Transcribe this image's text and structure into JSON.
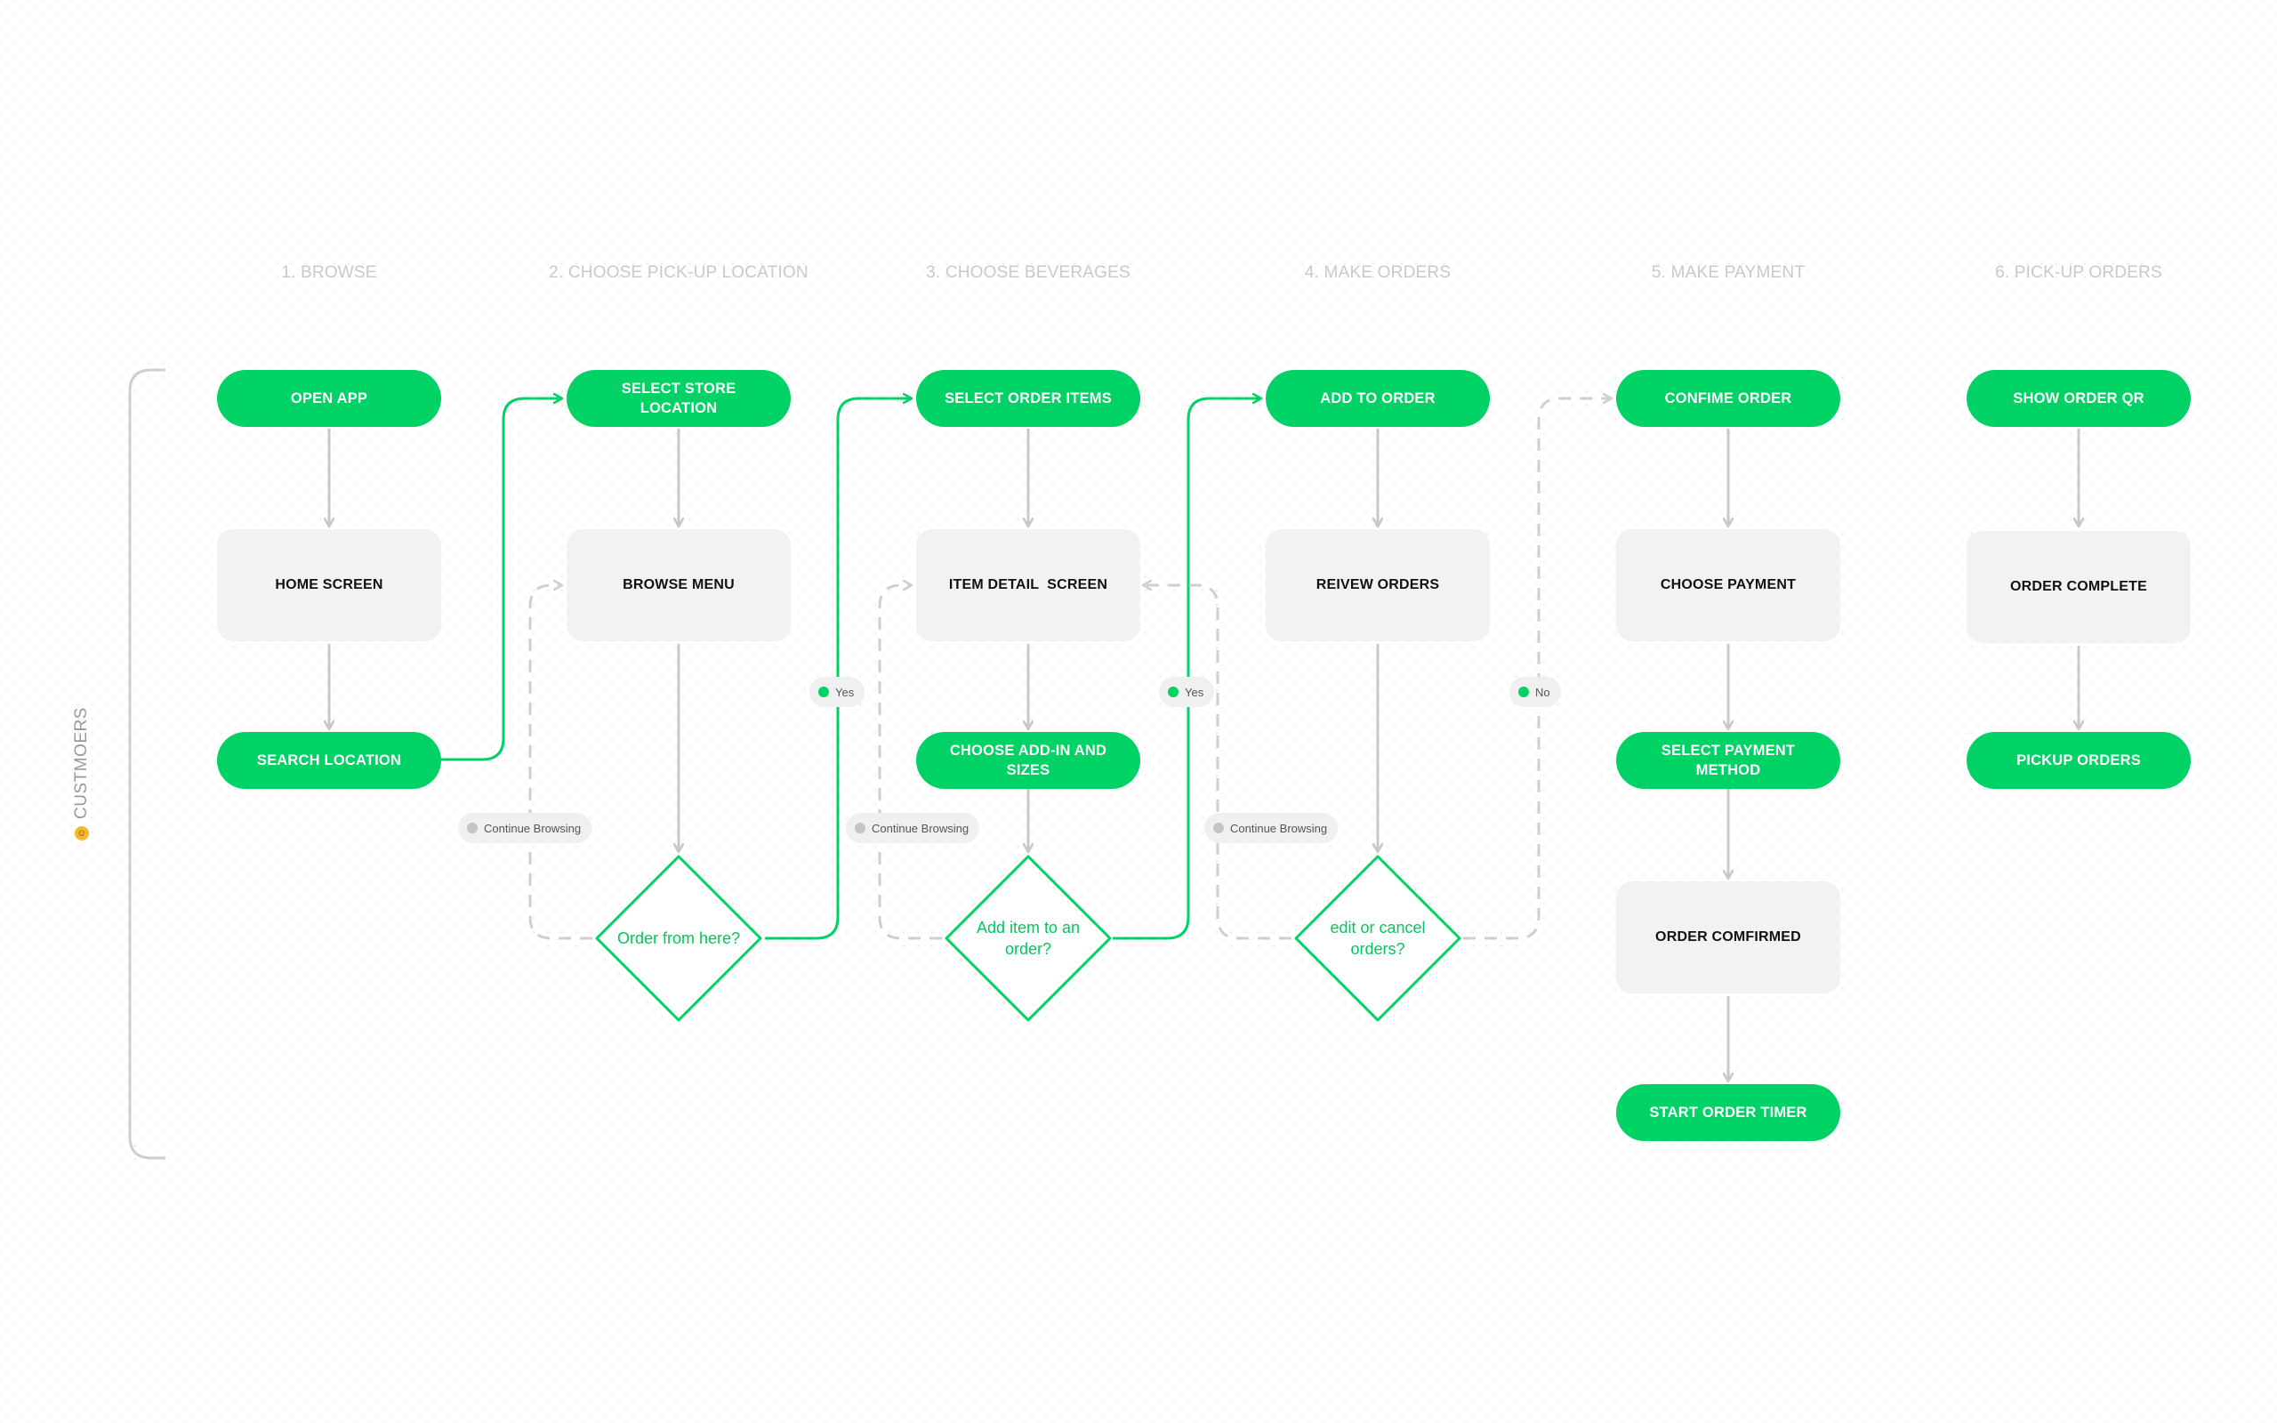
{
  "phases": [
    "1. BROWSE",
    "2. CHOOSE PICK-UP LOCATION",
    "3. CHOOSE BEVERAGES",
    "4. MAKE ORDERS",
    "5. MAKE PAYMENT",
    "6. PICK-UP ORDERS"
  ],
  "swimlane": {
    "label": "CUSTMOERS",
    "icon": "emoji-face-icon",
    "icon_glyph": "☺"
  },
  "nodes": {
    "open_app": "OPEN APP",
    "home_screen": "HOME SCREEN",
    "search_location": "SEARCH LOCATION",
    "select_store_location": "SELECT STORE\nLOCATION",
    "browse_menu": "BROWSE MENU",
    "order_from_here": "Order from here?",
    "select_order_items": "SELECT ORDER ITEMS",
    "item_detail_screen": "ITEM DETAIL  SCREEN",
    "choose_add_in": "CHOOSE ADD-IN AND\nSIZES",
    "add_item_to_order": "Add item to an\norder?",
    "add_to_order": "ADD TO ORDER",
    "review_orders": "REIVEW ORDERS",
    "edit_or_cancel": "edit or cancel\norders?",
    "confirm_order": "CONFIME ORDER",
    "choose_payment": "CHOOSE PAYMENT",
    "select_payment_method": "SELECT PAYMENT\nMETHOD",
    "order_confirmed": "ORDER COMFIRMED",
    "start_order_timer": "START ORDER TIMER",
    "show_order_qr": "SHOW ORDER QR",
    "order_complete": "ORDER COMPLETE",
    "pickup_orders": "PICKUP ORDERS"
  },
  "tags": {
    "yes": "Yes",
    "no": "No",
    "continue_browsing": "Continue Browsing"
  },
  "colors": {
    "accent_green": "#00d265",
    "box_grey": "#f2f2f2",
    "arrow_grey": "#c8c8c8",
    "phase_text": "#c9c9c9"
  }
}
